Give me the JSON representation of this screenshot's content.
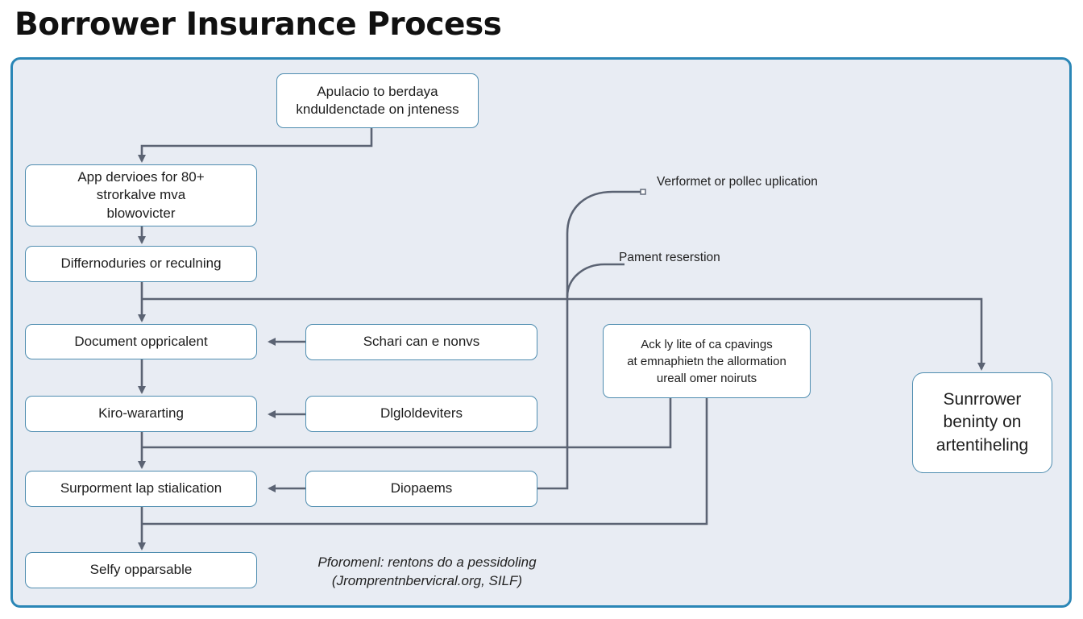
{
  "title": "Borrower Insurance Process",
  "boxes": {
    "top": [
      "Apulacio to berdaya",
      "knduldenctade on jnteness"
    ],
    "app": [
      "App dervioes for  80+",
      "strorkalve mva",
      "blowovicter"
    ],
    "diff": "Differnoduries or reculning",
    "document": "Document oppricalent",
    "kiro": "Kiro-wararting",
    "surporment": "Surporment lap stialication",
    "selfy": "Selfy opparsable",
    "schari": "Schari can e nonvs",
    "dlgl": "Dlgloldeviters",
    "diop": "Diopaems",
    "ack": [
      "Ack ly lite of ca cpavings",
      "at emnaphietn the allormation",
      "ureall omer noiruts"
    ],
    "sunrrower": [
      "Sunrrower",
      "beninty on",
      "artentiheling"
    ]
  },
  "labels": {
    "verformet": "Verformet or pollec uplication",
    "pament": "Pament reserstion"
  },
  "caption": [
    "Pforomenl: rentons do a pessidoling",
    "(Jromprentnbervicral.org, SILF)"
  ],
  "colors": {
    "border": "#2a86b6",
    "panel": "#e8ecf3",
    "connector": "#5b6373",
    "box_border": "#4f8db0"
  }
}
